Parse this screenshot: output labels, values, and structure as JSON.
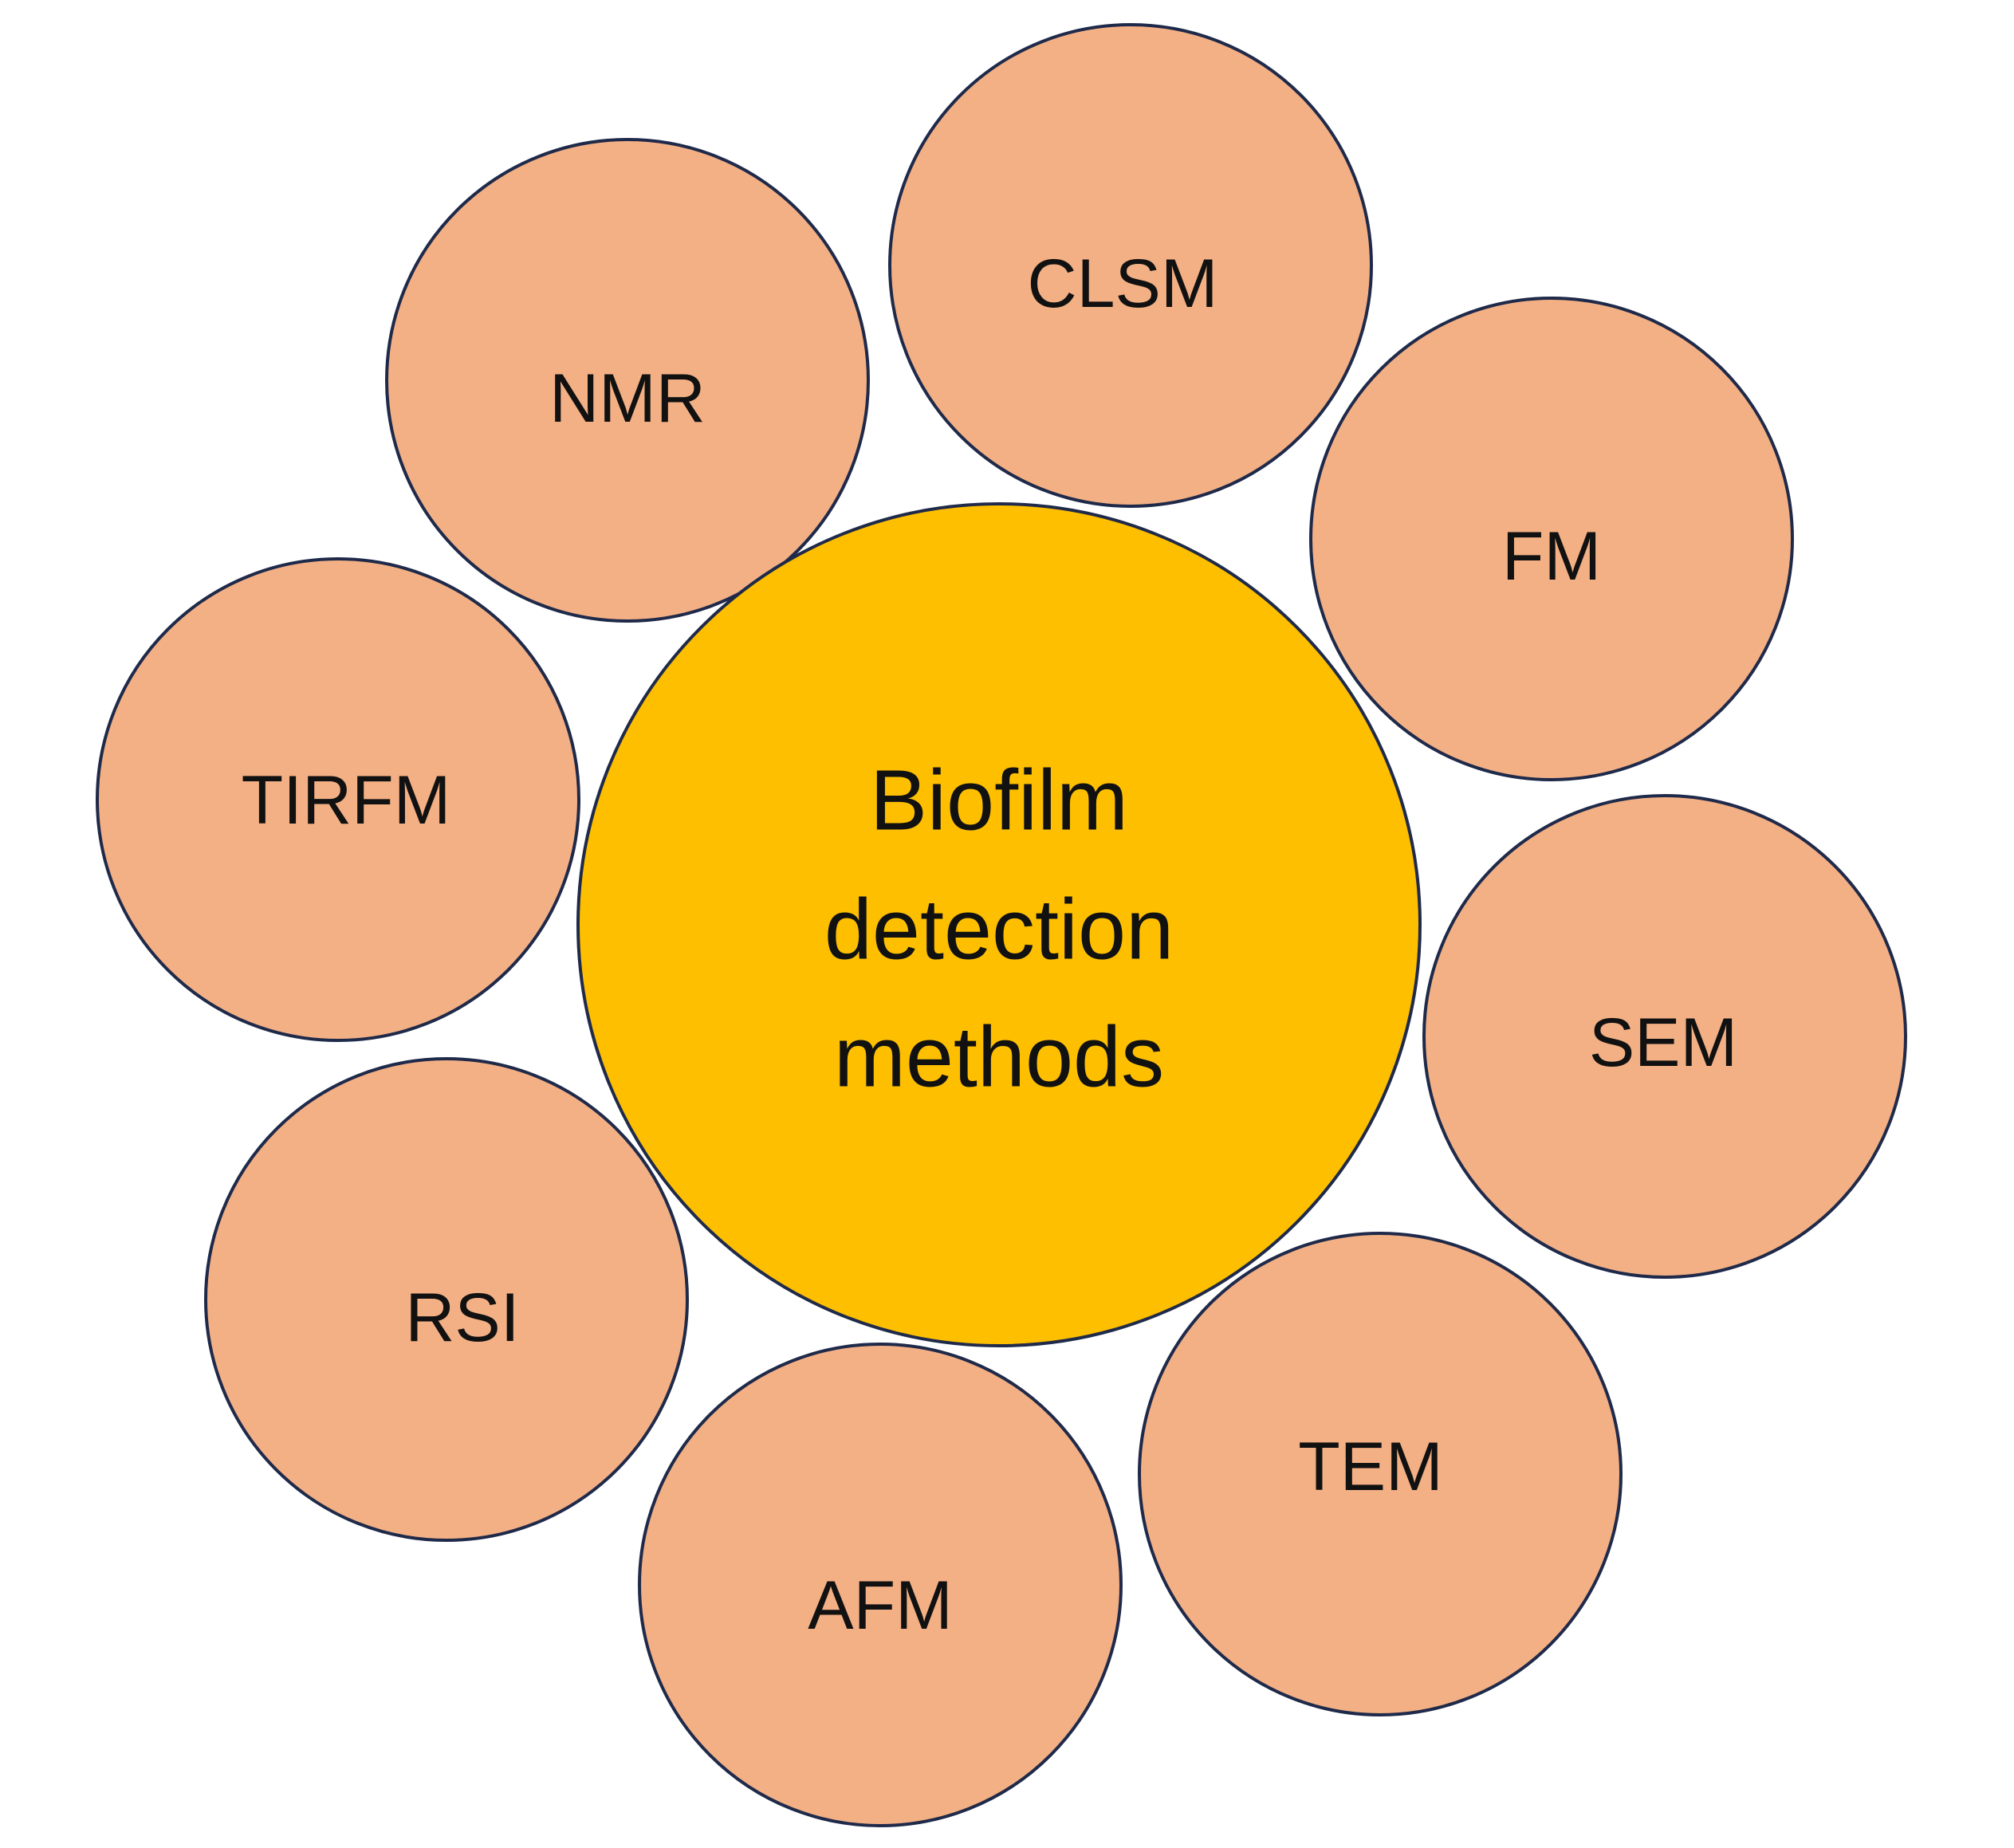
{
  "colors": {
    "center_fill": "#FDBF00",
    "satellite_fill": "#F3B085",
    "outline": "#1F2A4A",
    "text": "#111111"
  },
  "center": {
    "lines": [
      "Biofilm",
      "detection",
      "methods"
    ]
  },
  "satellites": [
    {
      "key": "clsm",
      "label": "CLSM"
    },
    {
      "key": "nmr",
      "label": "NMR"
    },
    {
      "key": "fm",
      "label": "FM"
    },
    {
      "key": "tirfm",
      "label": "TIRFM"
    },
    {
      "key": "sem",
      "label": "SEM"
    },
    {
      "key": "rsi",
      "label": "RSI"
    },
    {
      "key": "tem",
      "label": "TEM"
    },
    {
      "key": "afm",
      "label": "AFM"
    }
  ]
}
